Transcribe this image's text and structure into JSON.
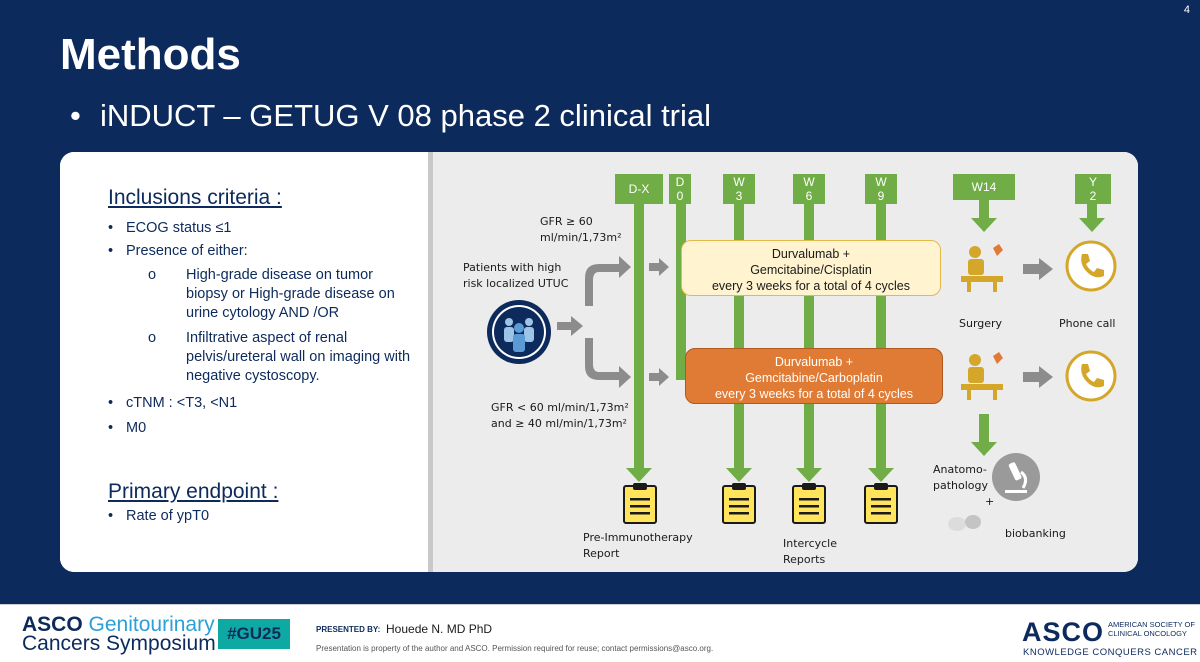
{
  "page_number": "4",
  "title": "Methods",
  "subtitle_bullet": "•",
  "subtitle": "iNDUCT – GETUG V 08 phase 2 clinical trial",
  "inclusion": {
    "title": "Inclusions criteria :",
    "items": [
      "ECOG status ≤1",
      "Presence of either:"
    ],
    "sub_items": [
      "High-grade disease on tumor biopsy or High-grade disease on urine cytology AND /OR",
      "Infiltrative aspect of renal pelvis/ureteral wall on imaging with negative cystoscopy."
    ],
    "items2": [
      "cTNM : <T3, <N1",
      "M0"
    ]
  },
  "primary_endpoint": {
    "title": "Primary endpoint :",
    "item": "Rate of ypT0"
  },
  "diagram": {
    "markers": [
      {
        "label": "D-X"
      },
      {
        "label": "D 0"
      },
      {
        "label": "W 3"
      },
      {
        "label": "W 6"
      },
      {
        "label": "W 9"
      },
      {
        "label": "W14"
      },
      {
        "label": "Y 2"
      }
    ],
    "patients_label": "Patients with high risk localized UTUC",
    "gfr_high": "GFR ≥ 60 ml/min/1,73m²",
    "gfr_low_1": "GFR < 60 ml/min/1,73m²",
    "gfr_low_2": "and ≥ 40 ml/min/1,73m²",
    "arm1": {
      "line1": "Durvalumab +",
      "line2": "Gemcitabine/Cisplatin",
      "line3": "every 3 weeks for a total of 4 cycles"
    },
    "arm2": {
      "line1": "Durvalumab +",
      "line2": "Gemcitabine/Carboplatin",
      "line3": "every 3 weeks for a total of 4 cycles"
    },
    "surgery_label": "Surgery",
    "phone_label": "Phone call",
    "pathology_label_1": "Anatomo-",
    "pathology_label_2": "pathology",
    "pathology_plus": "+",
    "biobanking_label": "biobanking",
    "pre_report_label_1": "Pre-Immunotherapy",
    "pre_report_label_2": "Report",
    "intercycle_label_1": "Intercycle",
    "intercycle_label_2": "Reports",
    "colors": {
      "green": "#70ad47",
      "gold": "#d4a62a",
      "orange": "#e07b36",
      "navy": "#0d2a5c"
    }
  },
  "footer": {
    "asco": "ASCO",
    "genitourinary": "Genitourinary",
    "symposium": "Cancers Symposium",
    "hashtag": "#GU25",
    "presented_by": "PRESENTED BY:",
    "presenter": "Houede N. MD PhD",
    "note": "Presentation is property of the author and ASCO. Permission required for reuse; contact permissions@asco.org.",
    "asco_logo": "ASCO",
    "society_1": "AMERICAN SOCIETY OF",
    "society_2": "CLINICAL ONCOLOGY",
    "tagline": "KNOWLEDGE CONQUERS CANCER"
  }
}
